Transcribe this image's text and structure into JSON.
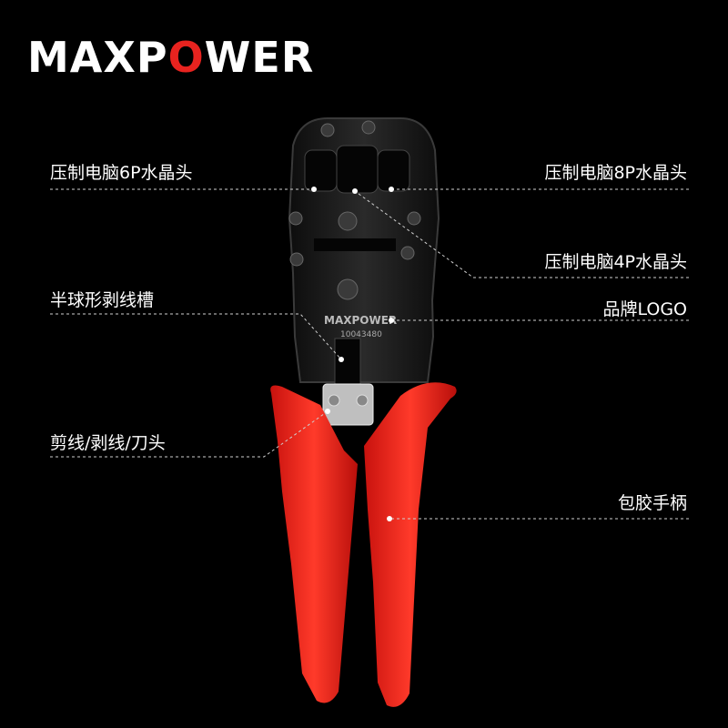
{
  "brand": {
    "logo_text_prefix": "MAXP",
    "logo_text_o": "O",
    "logo_text_suffix": "WER",
    "plate_brand": "MAXPOWER",
    "plate_code": "10043480"
  },
  "callouts": {
    "crimp_6p": "压制电脑6P水晶头",
    "crimp_8p": "压制电脑8P水晶头",
    "crimp_4p": "压制电脑4P水晶头",
    "strip_groove": "半球形剥线槽",
    "brand_logo": "品牌LOGO",
    "cut_strip_blade": "剪线/剥线/刀头",
    "rubber_handle": "包胶手柄"
  },
  "colors": {
    "background": "#000000",
    "handle": "#e8231f",
    "body": "#1a1a1a",
    "text": "#ffffff",
    "accent": "#e8231f"
  }
}
